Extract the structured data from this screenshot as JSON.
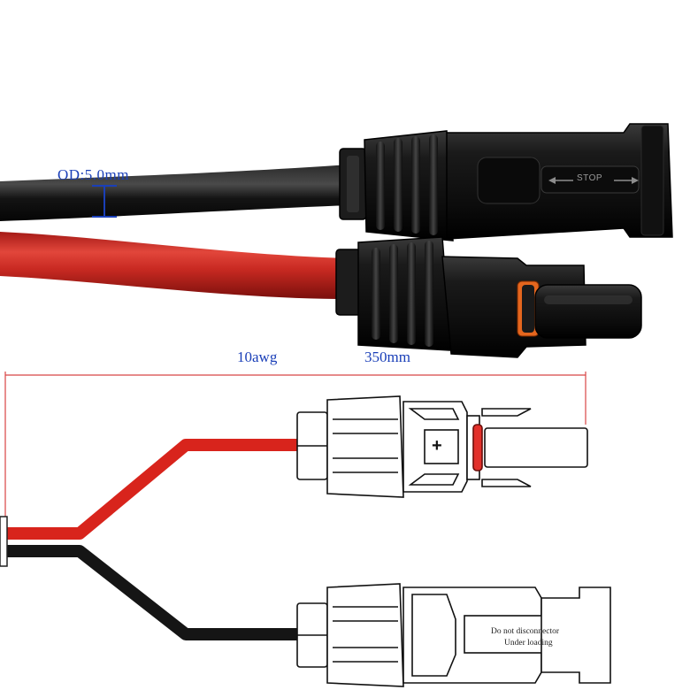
{
  "photo": {
    "od_label": "OD:5.0mm",
    "gauge_label": "10awg",
    "stop_marking": "STOP"
  },
  "diagram": {
    "length_label": "350mm",
    "plus_sign": "+",
    "warning_line1": "Do not disconnector",
    "warning_line2": "Under loading"
  },
  "colors": {
    "red_wire": "#d8241c",
    "black_wire": "#151515",
    "dimension_line": "#d84444",
    "label_text": "#1a3fb8"
  }
}
